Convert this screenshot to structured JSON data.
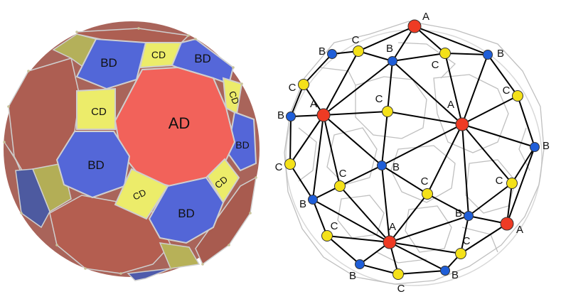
{
  "left_polyhedron": {
    "face_labels": {
      "ad": "AD",
      "bd": "BD",
      "cd": "CD"
    },
    "colors": {
      "ad_front": "#f2625a",
      "ad_side": "#b05a4e",
      "bd": "#5467d8",
      "bd_side": "#4c5aa8",
      "cd": "#ecec6a",
      "cd_side": "#b1ad57",
      "edge": "#c9c9c9"
    }
  },
  "right_graph": {
    "node_labels": {
      "a": "A",
      "b": "B",
      "c": "C"
    },
    "colors": {
      "a": "#ee3b24",
      "b": "#1f5ed8",
      "c": "#f4e119",
      "edge": "#000000",
      "background_edge": "#bfbfbf"
    }
  }
}
